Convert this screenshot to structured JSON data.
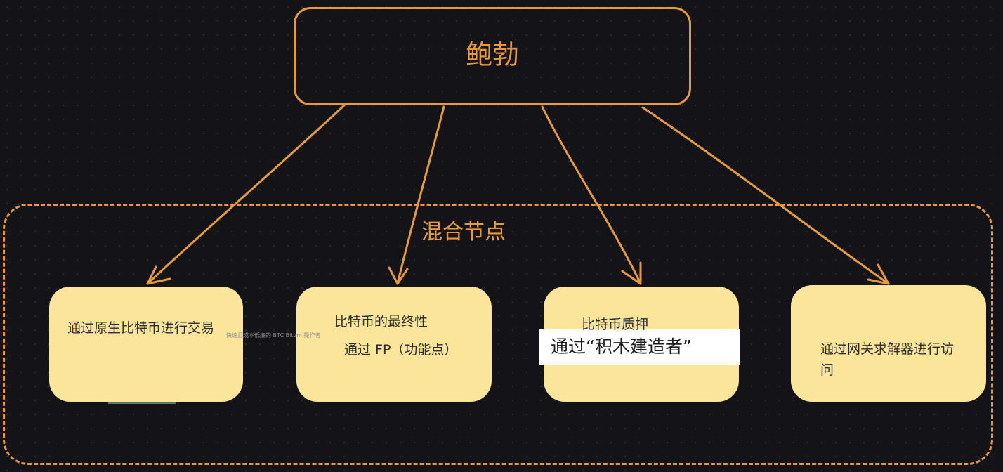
{
  "diagram": {
    "root": {
      "label": "鲍勃"
    },
    "group": {
      "label": "混合节点"
    },
    "nodes": [
      {
        "id": "native-btc",
        "label": "通过原生比特币进行交易"
      },
      {
        "id": "finality",
        "label": "比特币的最终性",
        "sublabel": "通过 FP（功能点）"
      },
      {
        "id": "staking",
        "label": "比特币质押",
        "sublabel": "通过“积木建造者”"
      },
      {
        "id": "gateway",
        "label": "通过网关求解器进行访问"
      }
    ],
    "note": "快速且成本低廉的 BTC Bitvm 操作者"
  },
  "colors": {
    "background": "#141418",
    "accent": "#e69a3c",
    "card": "#fbe59a",
    "text": "#2b2b2b"
  }
}
